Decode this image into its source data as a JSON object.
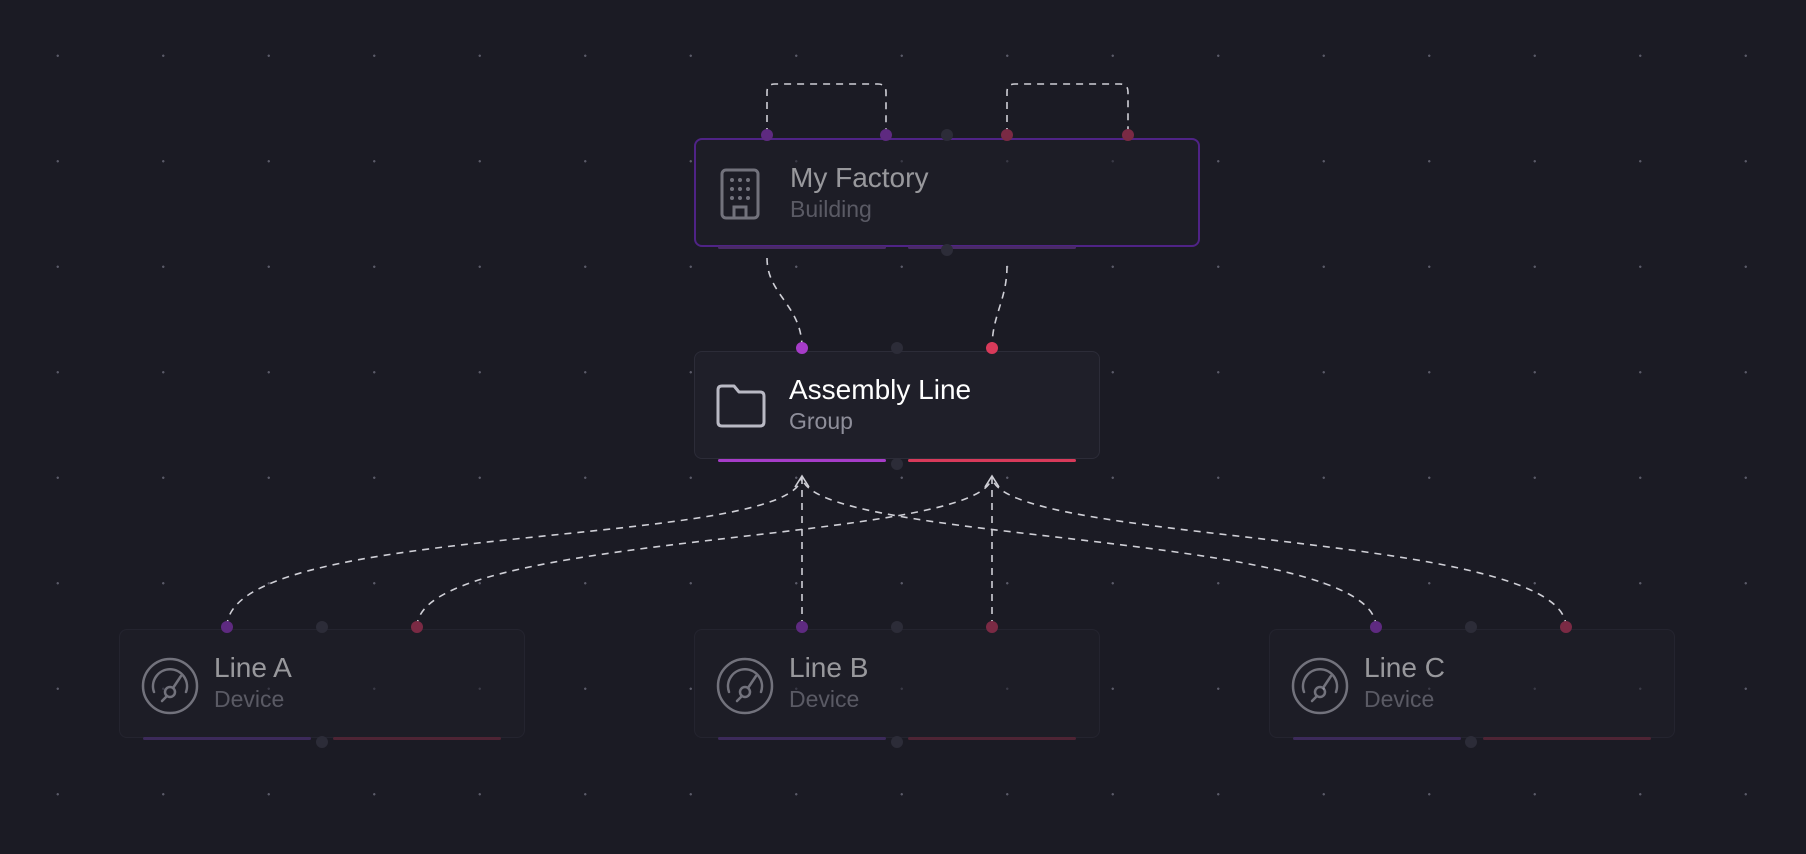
{
  "nodes": [
    {
      "id": "factory",
      "title": "My Factory",
      "subtitle": "Building",
      "icon": "building-icon"
    },
    {
      "id": "assembly",
      "title": "Assembly Line",
      "subtitle": "Group",
      "icon": "folder-icon"
    },
    {
      "id": "line_a",
      "title": "Line A",
      "subtitle": "Device",
      "icon": "gauge-icon"
    },
    {
      "id": "line_b",
      "title": "Line B",
      "subtitle": "Device",
      "icon": "gauge-icon"
    },
    {
      "id": "line_c",
      "title": "Line C",
      "subtitle": "Device",
      "icon": "gauge-icon"
    }
  ],
  "colors": {
    "background": "#1b1b24",
    "node": "#1f1f29",
    "selected_border": "#7a2ad6",
    "purple_port": "#a63cc8",
    "red_port": "#d83a5a",
    "edge": "#cfcfd6"
  }
}
